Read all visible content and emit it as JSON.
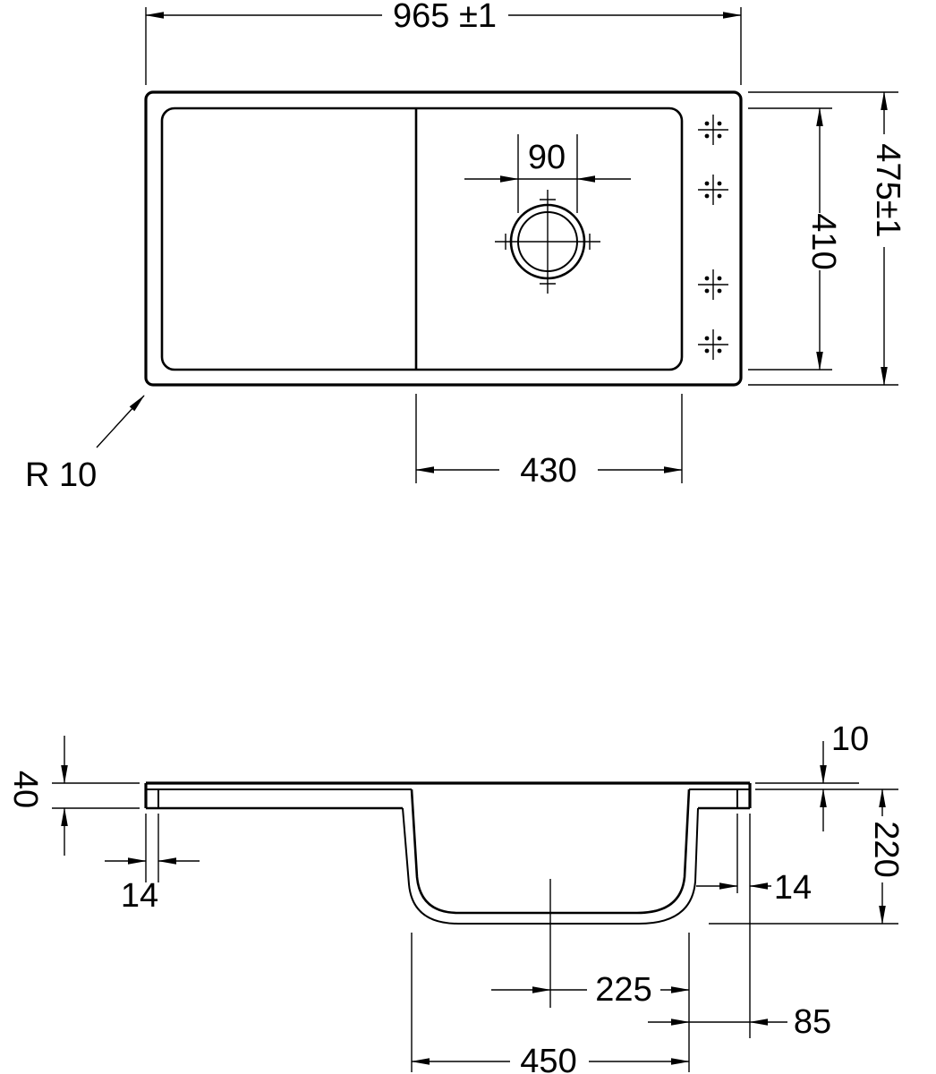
{
  "drawing": {
    "background": "#ffffff",
    "line_color": "#000000",
    "top_view": {
      "overall_width": "965 ±1",
      "overall_depth": "475±1",
      "inner_depth": "410",
      "tap_hole_diameter": "90",
      "bowl_width": "430",
      "corner_radius": "R 10"
    },
    "side_view": {
      "front_edge_height": "40",
      "rim_thickness": "10",
      "bowl_depth": "220",
      "left_edge_width": "14",
      "right_edge_width": "14",
      "center_to_edge": "225",
      "bowl_width": "450",
      "edge_offset": "85"
    }
  }
}
